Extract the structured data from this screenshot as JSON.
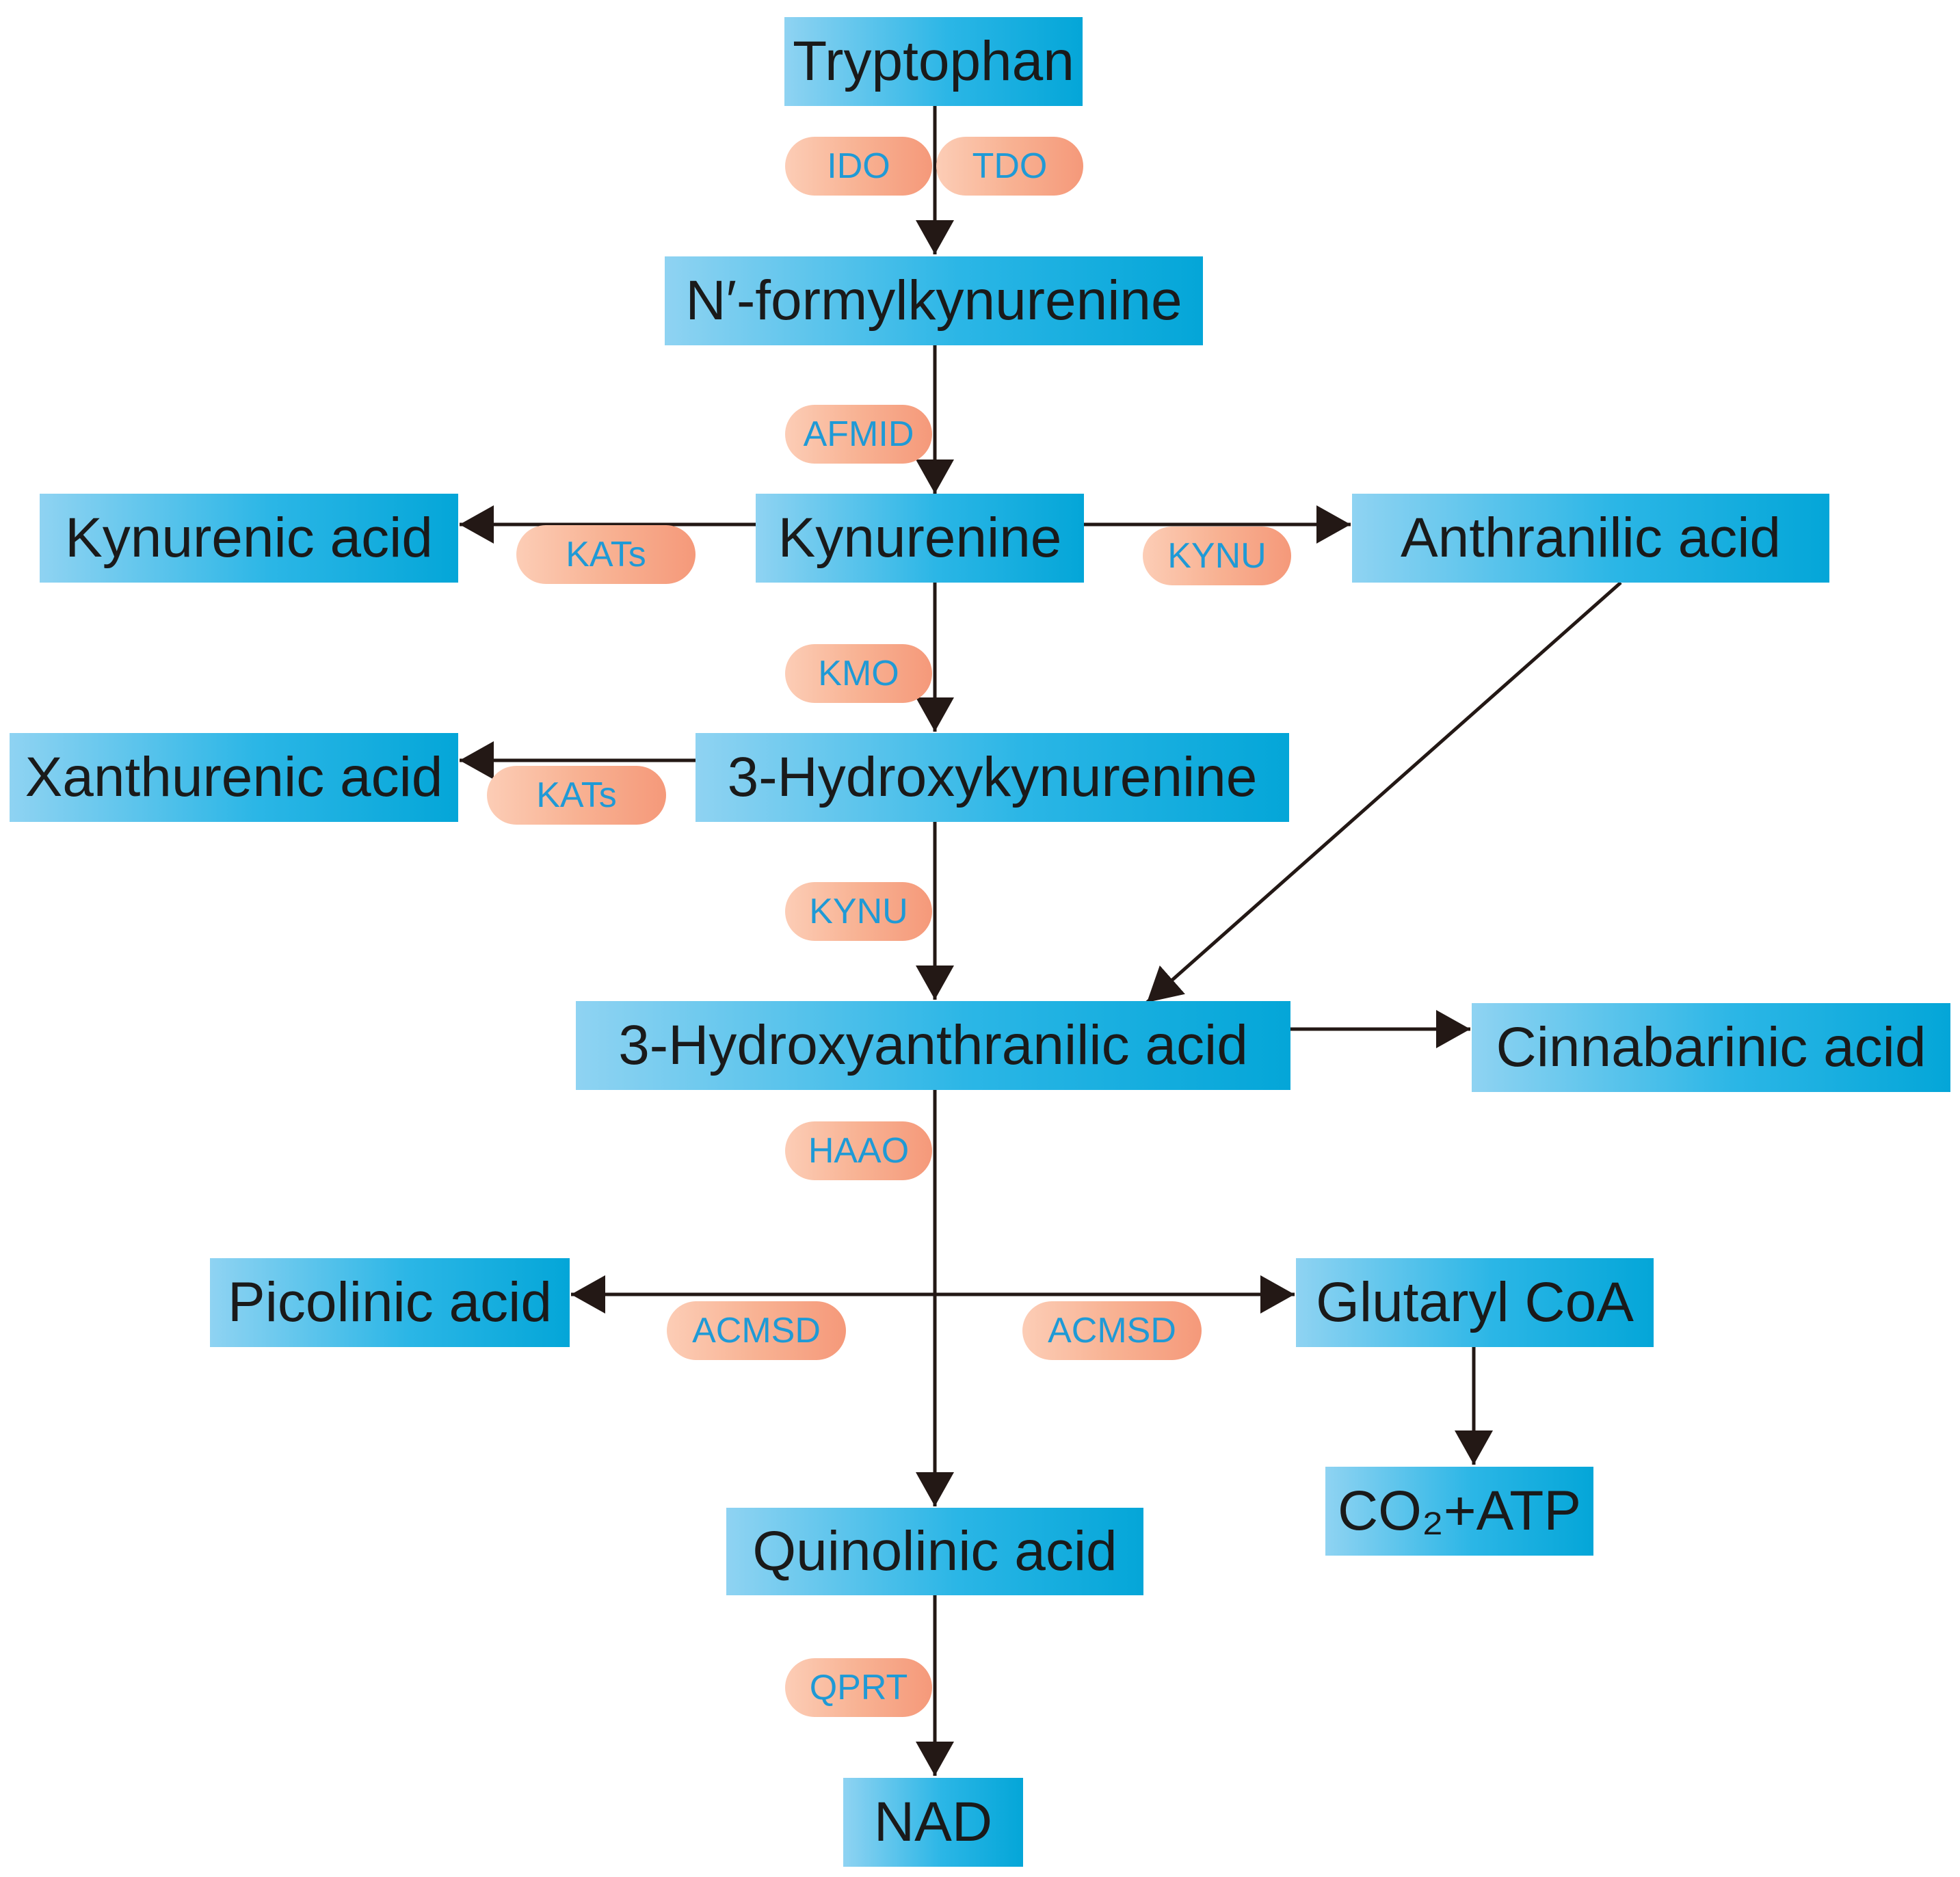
{
  "colors": {
    "node_gradient": [
      "#8fd3f2",
      "#2bb6e6",
      "#04a6d8"
    ],
    "node_text": "#1a1a1a",
    "enzyme_gradient": [
      "#fccdb6",
      "#f8b293",
      "#f5997a"
    ],
    "enzyme_text": "#1f9ad6",
    "arrow": "#231815"
  },
  "nodes": {
    "tryptophan": "Tryptophan",
    "n_formylkynurenine": "N′-formylkynurenine",
    "kynurenine": "Kynurenine",
    "kynurenic_acid": "Kynurenic acid",
    "anthranilic_acid": "Anthranilic acid",
    "hydroxykynurenine": "3-Hydroxykynurenine",
    "xanthurenic_acid": "Xanthurenic acid",
    "hydroxyanthranilic_acid": "3-Hydroxyanthranilic acid",
    "cinnabarinic_acid": "Cinnabarinic acid",
    "picolinic_acid": "Picolinic acid",
    "glutaryl_coa": "Glutaryl CoA",
    "co2_atp": "CO₂+ATP",
    "quinolinic_acid": "Quinolinic acid",
    "nad": "NAD"
  },
  "enzymes": {
    "ido": "IDO",
    "tdo": "TDO",
    "afmid": "AFMID",
    "kats_kynurenic": "KATs",
    "kynu_anthranilic": "KYNU",
    "kmo": "KMO",
    "kats_xanthurenic": "KATs",
    "kynu_hydroxy": "KYNU",
    "haao": "HAAO",
    "acmsd_picolinic": "ACMSD",
    "acmsd_glutaryl": "ACMSD",
    "qprt": "QPRT"
  }
}
